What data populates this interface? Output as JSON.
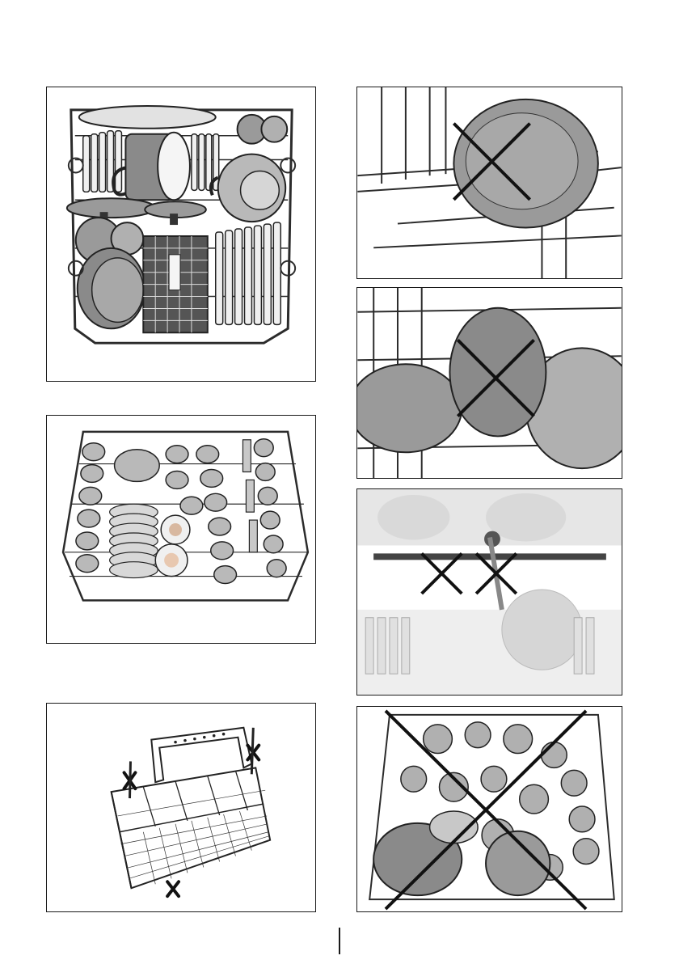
{
  "colors": {
    "frame": "#1a1a1a",
    "wire": "#2b2b2b",
    "dish_dark": "#8a8a8a",
    "dish_mid": "#b9b9b9",
    "dish_light": "#e2e2e2",
    "faded": "#d9d9d9",
    "cross": "#111111"
  },
  "figures": [
    {
      "id": "lower-basket-loaded",
      "icon": "lower-dish-rack-illustration",
      "prohibited": false
    },
    {
      "id": "upper-basket-loaded",
      "icon": "upper-dish-rack-illustration",
      "prohibited": false
    },
    {
      "id": "cutlery-basket",
      "icon": "cutlery-basket-illustration",
      "prohibited": false,
      "crossed_items": 3
    },
    {
      "id": "large-plate-blocking",
      "icon": "oversized-plate-illustration",
      "prohibited": true
    },
    {
      "id": "bowls-blocking-upper",
      "icon": "bowls-overlap-illustration",
      "prohibited": true
    },
    {
      "id": "spray-arm-blocked",
      "icon": "spray-arm-obstructed-illustration",
      "prohibited": true,
      "crossed_items": 2
    },
    {
      "id": "overloaded-basket",
      "icon": "overloaded-basket-illustration",
      "prohibited": true
    }
  ]
}
